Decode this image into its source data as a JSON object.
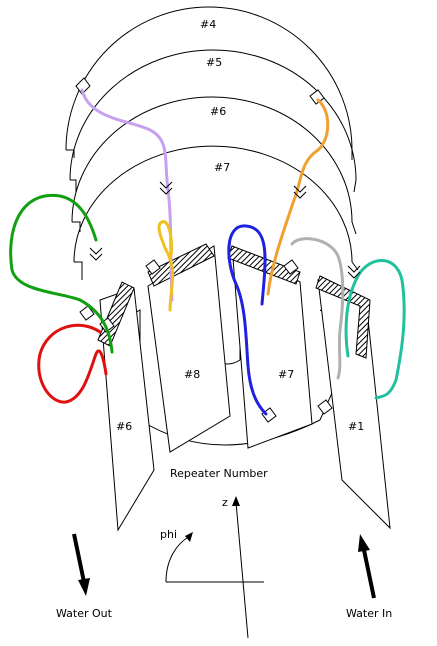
{
  "labels": {
    "shell_4": "#4",
    "shell_5": "#5",
    "shell_6": "#6",
    "shell_7": "#7",
    "board_8": "#8",
    "board_7": "#7",
    "board_6": "#6",
    "board_1": "#1",
    "repeater_number": "Repeater Number",
    "z_axis": "z",
    "phi": "phi",
    "water_out": "Water Out",
    "water_in": "Water In"
  },
  "cable_colors": {
    "lavender": "#c8a0f0",
    "orange": "#f0a030",
    "green": "#10a010",
    "red": "#e01010",
    "yellow": "#f0c020",
    "blue": "#2020e0",
    "gray": "#b0b0b0",
    "teal": "#20c0a0"
  }
}
